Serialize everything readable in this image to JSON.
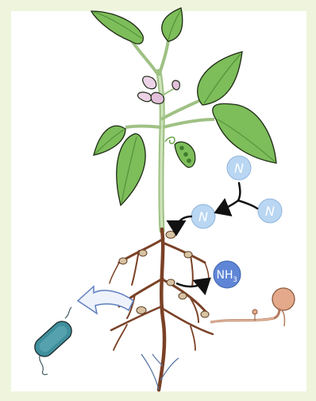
{
  "molecules": {
    "n2_atom_a": "N",
    "n2_atom_b": "N",
    "n_atom_free": "N",
    "ammonia_main": "NH",
    "ammonia_sub": "3"
  },
  "colors": {
    "background": "#eef5dc",
    "leaf": "#7dbd5a",
    "leaf_dark": "#4d8a35",
    "stem": "#a9c98e",
    "root": "#7a4126",
    "nitrogen": "#b9d6f2",
    "ammonia": "#5f86d6",
    "bacterium": "#3f8f9c",
    "fungus": "#e4a98a",
    "flower": "#e9c9e1"
  }
}
